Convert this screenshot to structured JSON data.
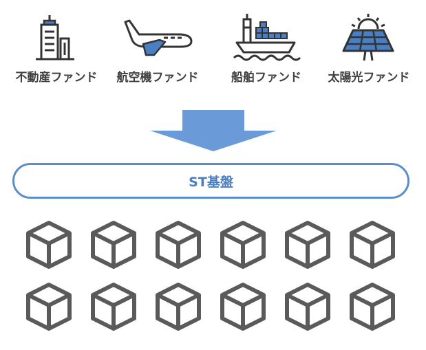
{
  "funds": [
    {
      "label": "不動産ファンド",
      "icon": "building-icon"
    },
    {
      "label": "航空機ファンド",
      "icon": "airplane-icon"
    },
    {
      "label": "船舶ファンド",
      "icon": "ship-icon"
    },
    {
      "label": "太陽光ファンド",
      "icon": "solar-panel-icon"
    }
  ],
  "platform": {
    "label": "ST基盤"
  },
  "blocks": {
    "rows": 2,
    "per_row": 6,
    "icon": "cube-icon"
  },
  "colors": {
    "accent": "#4a7fc4",
    "border": "#5b8ccc",
    "arrow": "#6a9ad8",
    "icon_dark": "#333333",
    "cube": "#5a5a5a"
  }
}
